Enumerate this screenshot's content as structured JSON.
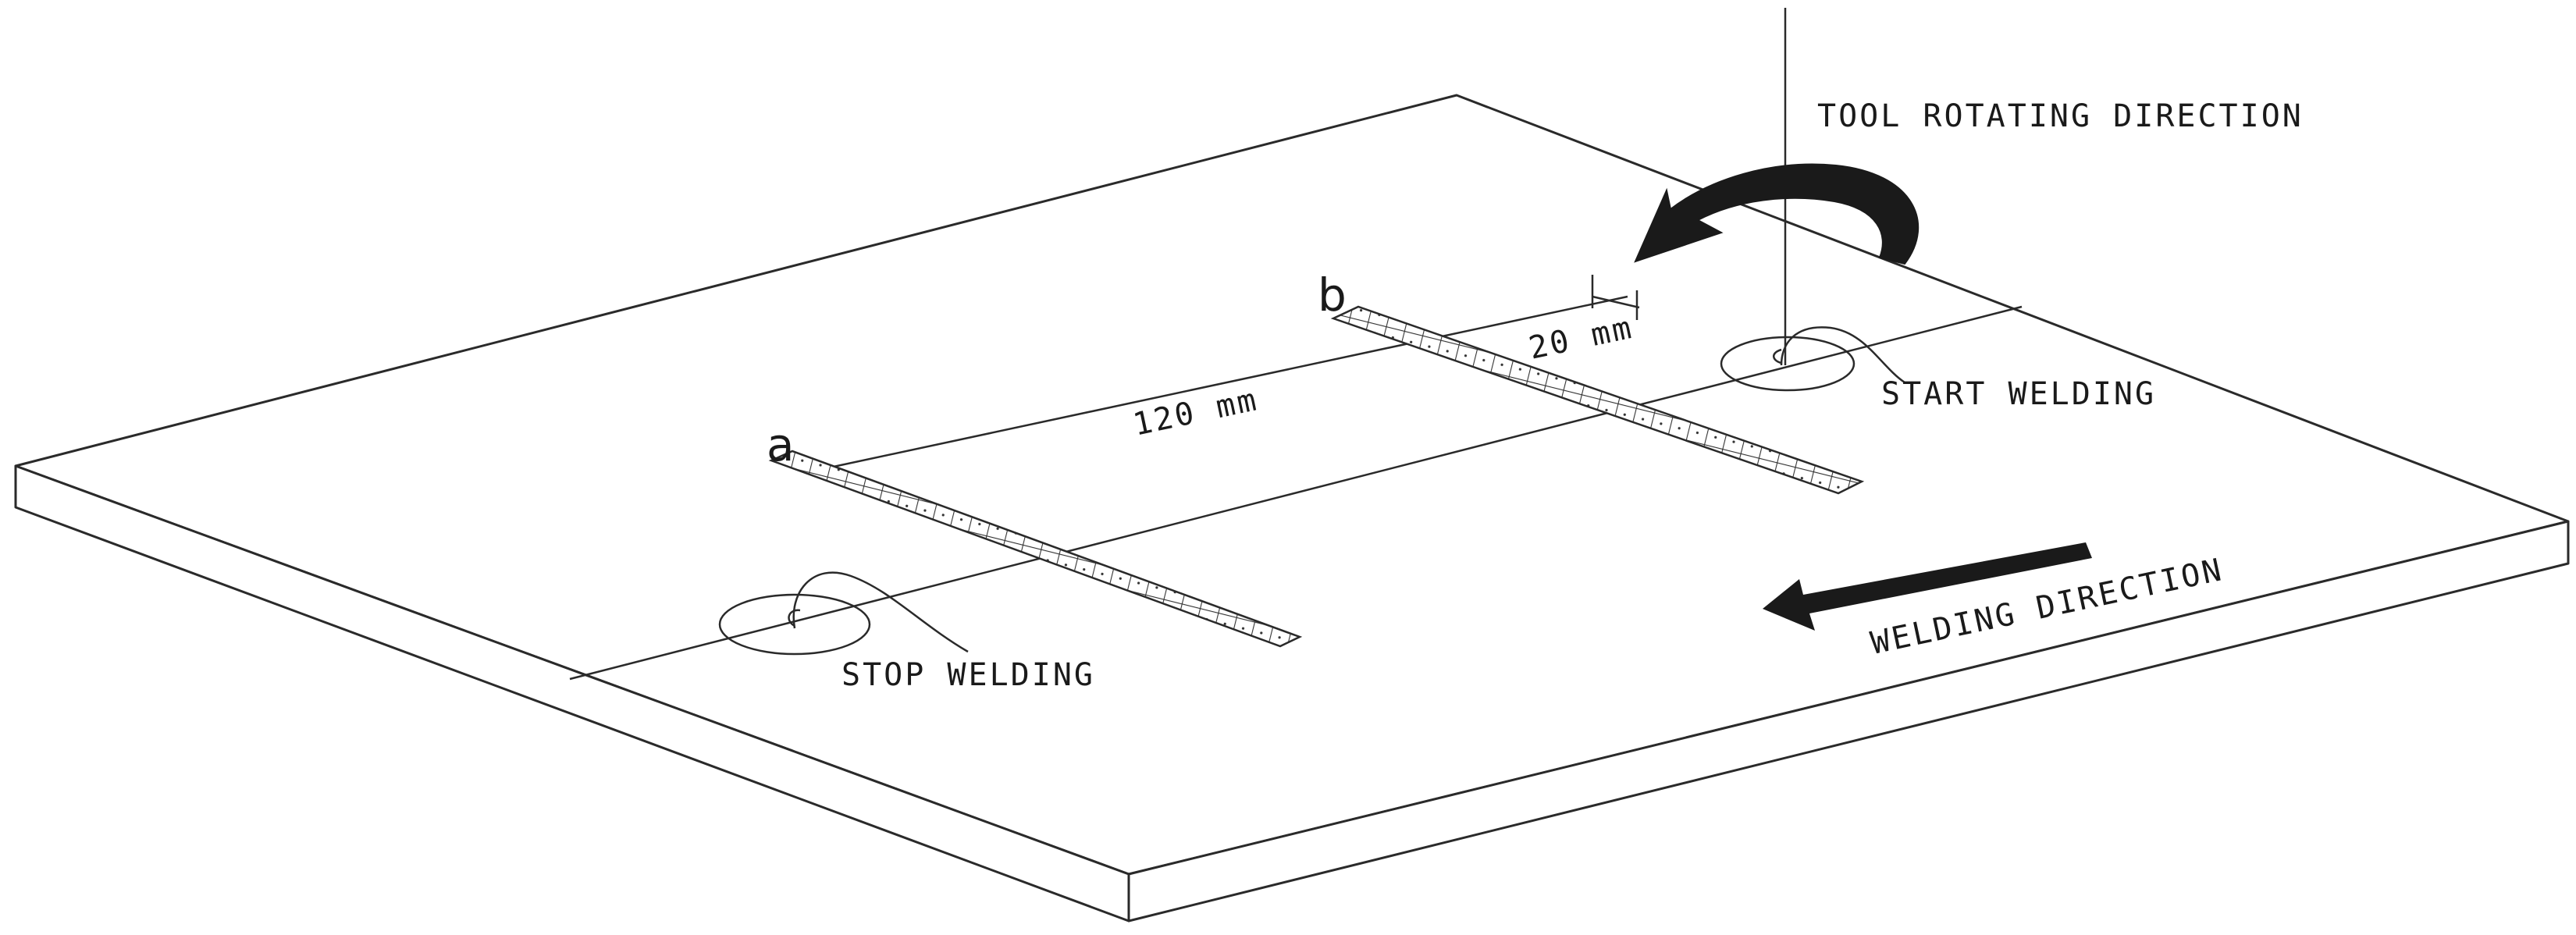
{
  "diagram": {
    "labels": {
      "tool_rotating_direction": "TOOL ROTATING DIRECTION",
      "start_welding": "START WELDING",
      "stop_welding": "STOP WELDING",
      "welding_direction": "WELDING DIRECTION",
      "distance_between_sections": "120 mm",
      "section_width": "20 mm",
      "section_a": "a",
      "section_b": "b"
    },
    "colors": {
      "line": "#2a2a2a",
      "background": "#ffffff",
      "hatch": "#333333",
      "arrow_fill": "#1a1a1a"
    }
  }
}
